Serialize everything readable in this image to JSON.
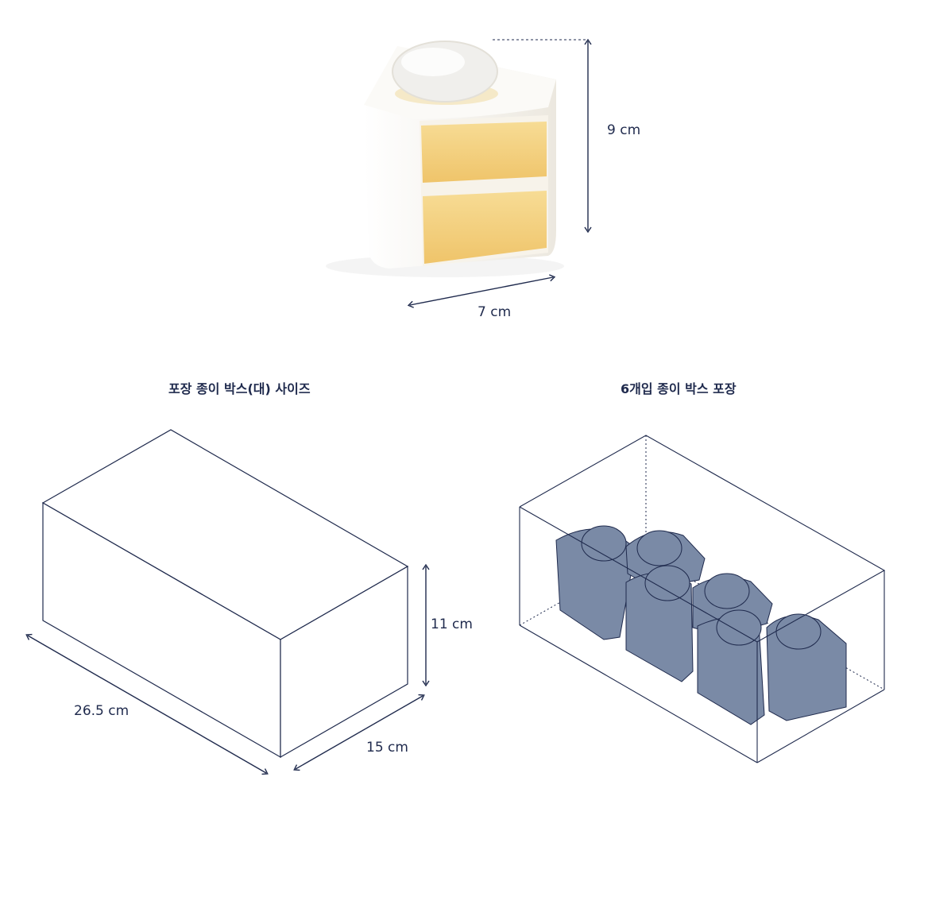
{
  "cake": {
    "height_label": "9 cm",
    "width_label": "7 cm"
  },
  "box": {
    "title": "포장 종이 박스(대) 사이즈",
    "length_label": "26.5 cm",
    "depth_label": "15 cm",
    "height_label": "11 cm"
  },
  "pack": {
    "title": "6개입 종이 박스 포장",
    "count": 6
  },
  "colors": {
    "line": "#1f2a4d",
    "cake_piece": "#7a8aa6",
    "sponge": "#f2cf7d",
    "cream": "#f6f4ef"
  }
}
